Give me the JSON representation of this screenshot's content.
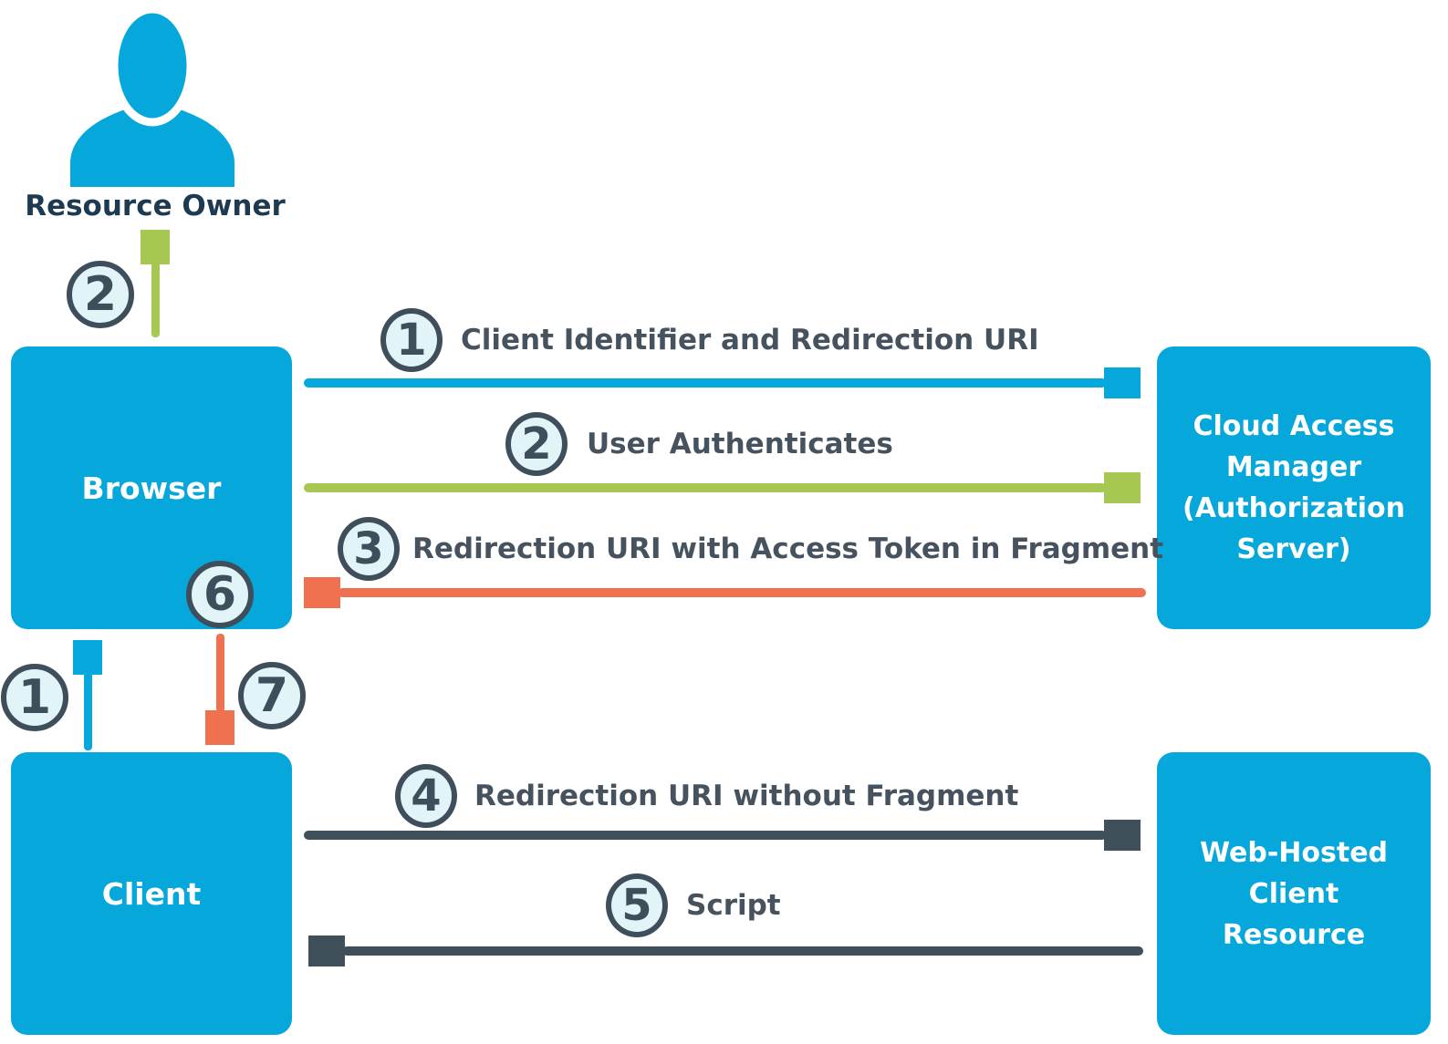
{
  "diagram_type": "oauth-implicit-flow",
  "colors": {
    "background": "#FFFFFF",
    "node_fill": "#06A7DB",
    "node_text": "#FFFFFF",
    "arrow_blue": "#06A7DB",
    "arrow_green": "#A6C751",
    "arrow_orange": "#EF7150",
    "arrow_dark": "#3F505B",
    "badge_fill": "#E3F4F9",
    "badge_border": "#3E4E5A",
    "label_text": "#46535E",
    "owner_text": "#1C3A51"
  },
  "nodes": {
    "resource_owner": {
      "label": "Resource Owner",
      "icon": "person-icon"
    },
    "browser": {
      "label": "Browser"
    },
    "client": {
      "label": "Client"
    },
    "auth_server": {
      "label": "Cloud Access\nManager\n(Authorization\nServer)"
    },
    "web_resource": {
      "label": "Web-Hosted\nClient\nResource"
    }
  },
  "steps": [
    {
      "number": "1",
      "label": "Client Identifier and Redirection URI",
      "color": "blue",
      "from": "browser",
      "to": "auth_server",
      "direction": "right"
    },
    {
      "number": "2",
      "label": "User Authenticates",
      "color": "green",
      "from": "browser",
      "to": "auth_server",
      "direction": "right"
    },
    {
      "number": "3",
      "label": "Redirection URI with Access Token in Fragment",
      "color": "orange",
      "from": "auth_server",
      "to": "browser",
      "direction": "left"
    },
    {
      "number": "4",
      "label": "Redirection URI without Fragment",
      "color": "dark",
      "from": "client",
      "to": "web_resource",
      "direction": "right"
    },
    {
      "number": "5",
      "label": "Script",
      "color": "dark",
      "from": "web_resource",
      "to": "client",
      "direction": "left"
    },
    {
      "number": "6",
      "label": "",
      "color": "orange",
      "from": "browser",
      "to": "client",
      "direction": "down"
    },
    {
      "number": "7",
      "label": "",
      "color": "orange",
      "from": "browser",
      "to": "client",
      "direction": "down"
    }
  ],
  "vertical_arrows": {
    "browser_to_owner": {
      "number": "2",
      "color": "green",
      "direction": "up"
    },
    "client_to_browser": {
      "number": "1",
      "color": "blue",
      "direction": "up"
    },
    "browser_to_client": {
      "numbers": "6,7",
      "color": "orange",
      "direction": "down"
    }
  }
}
